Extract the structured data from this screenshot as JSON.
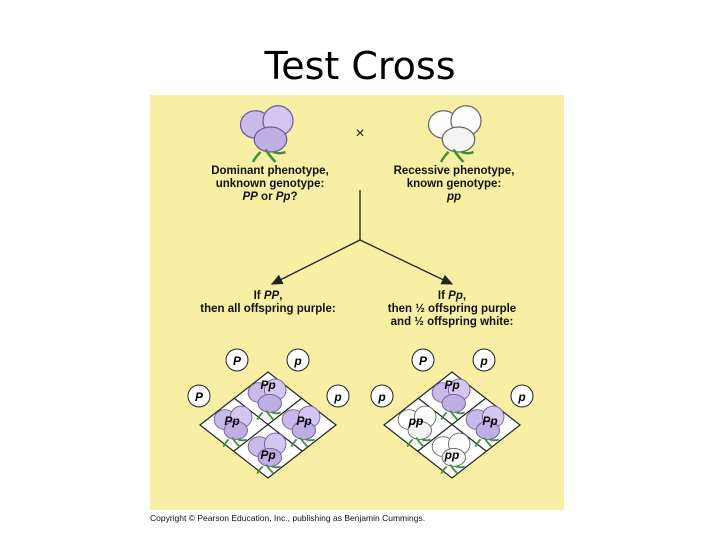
{
  "slide": {
    "title": "Test Cross"
  },
  "cross_symbol": "×",
  "parents": {
    "left": {
      "line1": "Dominant phenotype,",
      "line2": "unknown genotype:",
      "line3a": "PP",
      "line3b": " or ",
      "line3c": "Pp",
      "line3d": "?"
    },
    "right": {
      "line1": "Recessive phenotype,",
      "line2": "known genotype:",
      "line3": "pp"
    }
  },
  "outcomes": {
    "left": {
      "line1a": "If ",
      "line1b": "PP",
      "line1c": ",",
      "line2": "then all offspring purple:"
    },
    "right": {
      "line1a": "If ",
      "line1b": "Pp",
      "line1c": ",",
      "line2": "then ½ offspring purple",
      "line3": "and ½ offspring white:"
    }
  },
  "punnett_left": {
    "gametes_top": [
      "P",
      "p"
    ],
    "gametes_side": [
      "P",
      "p"
    ],
    "cells": [
      "Pp",
      "Pp",
      "Pp",
      "Pp"
    ]
  },
  "punnett_right": {
    "gametes_top": [
      "P",
      "p"
    ],
    "gametes_side": [
      "p",
      "p"
    ],
    "cells": [
      "Pp",
      "pp",
      "Pp",
      "pp"
    ]
  },
  "copyright": "Copyright © Pearson Education, Inc., publishing as Benjamin Cummings.",
  "colors": {
    "panel": "#f8efa5",
    "purple": "#c8b8e8",
    "white_flower": "#ffffff",
    "stem": "#6aa84f"
  }
}
